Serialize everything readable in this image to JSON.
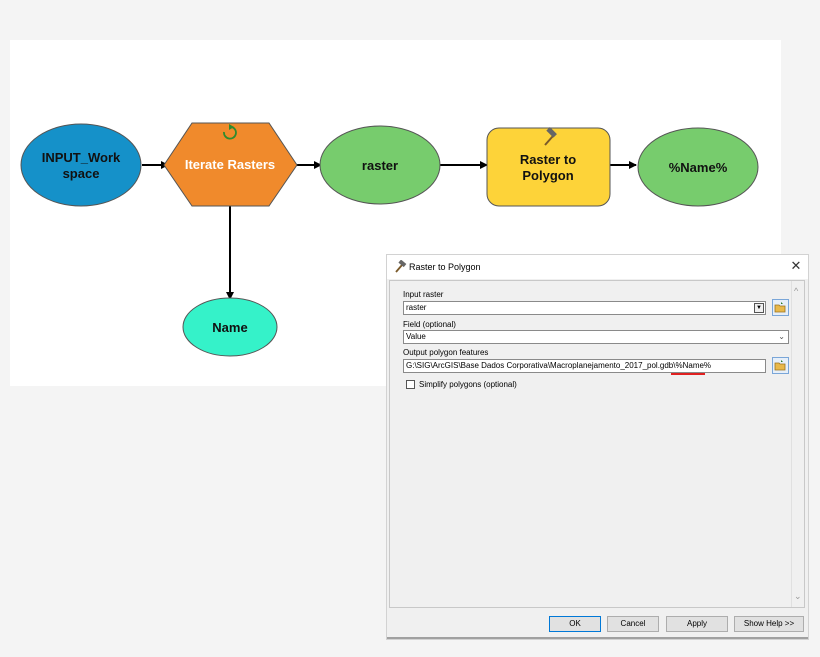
{
  "model": {
    "nodes": {
      "input_workspace": {
        "line1": "INPUT_Work",
        "line2": "space",
        "color": "#1591c9"
      },
      "iterate_rasters": {
        "label": "Iterate Rasters",
        "color": "#f08a2c"
      },
      "raster": {
        "label": "raster",
        "color": "#77cc6d"
      },
      "raster_to_polygon": {
        "line1": "Raster to",
        "line2": "Polygon",
        "color": "#fdd339"
      },
      "name_output": {
        "label": "%Name%",
        "color": "#77cc6d"
      },
      "name": {
        "label": "Name",
        "color": "#35f2c9"
      }
    },
    "icons": {
      "iterator": "refresh-arrow-icon",
      "tool": "hammer-icon"
    }
  },
  "dialog": {
    "title": "Raster to Polygon",
    "close_label": "✕",
    "input_raster": {
      "label": "Input raster",
      "value": "raster"
    },
    "field": {
      "label": "Field (optional)",
      "value": "Value"
    },
    "output": {
      "label": "Output polygon features",
      "value": "G:\\SIG\\ArcGIS\\Base Dados Corporativa\\Macroplanejamento_2017_pol.gdb\\%Name%"
    },
    "simplify": {
      "label": "Simplify polygons (optional)",
      "checked": false
    },
    "buttons": {
      "ok": "OK",
      "cancel": "Cancel",
      "apply": "Apply",
      "help": "Show Help >>"
    },
    "accent_color": "#e02020"
  }
}
